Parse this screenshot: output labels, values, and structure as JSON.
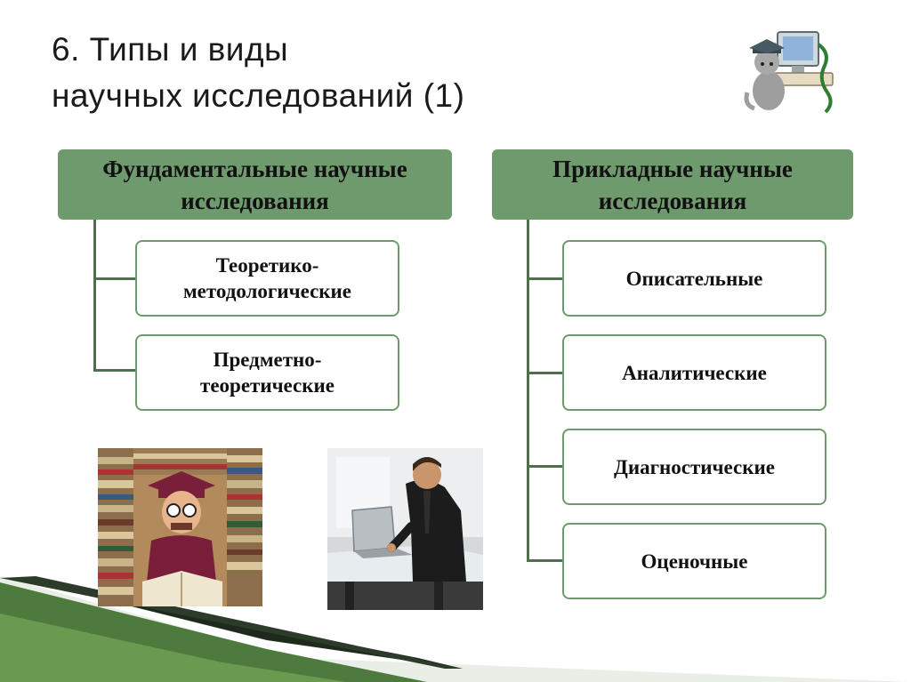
{
  "title": {
    "line1": "6. Типы и виды",
    "line2": "научных исследований (1)"
  },
  "fundamental": {
    "heading": {
      "line1": "Фундаментальные научные",
      "line2": "исследования"
    },
    "items": [
      {
        "line1": "Теоретико-",
        "line2": "методологические"
      },
      {
        "line1": "Предметно-",
        "line2": "теоретические"
      }
    ]
  },
  "applied": {
    "heading": {
      "line1": "Прикладные научные",
      "line2": "исследования"
    },
    "items": [
      {
        "label": "Описательные"
      },
      {
        "label": "Аналитические"
      },
      {
        "label": "Диагностические"
      },
      {
        "label": "Оценочные"
      }
    ]
  },
  "colors": {
    "heading_fill": "#6f9a6d",
    "connector": "#4f6f4d",
    "item_border": "#6f9a6d",
    "band_dark": "#2c3b2a",
    "band_green": "#4e7a3e"
  },
  "images": {
    "scholar_photo": "scholar-with-books-image",
    "office_photo": "man-at-laptop-image",
    "mascot": "cat-with-computer-clipart"
  }
}
